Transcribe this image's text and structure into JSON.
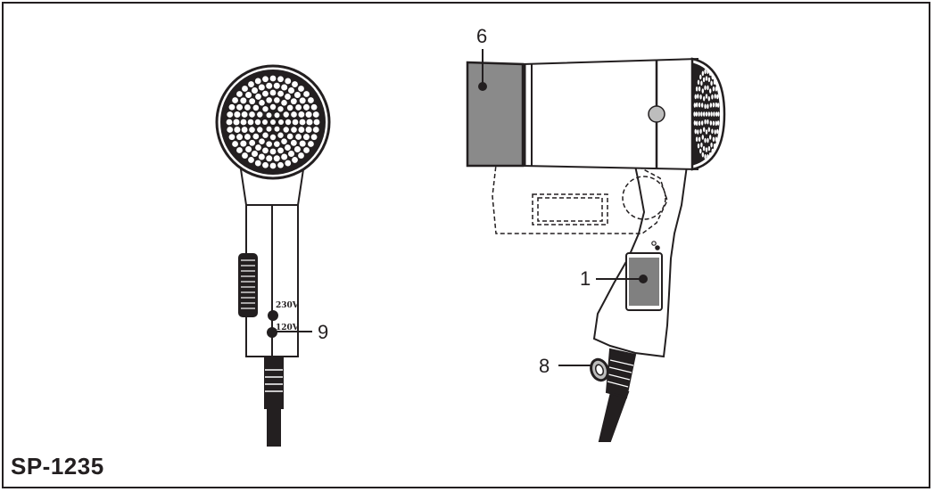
{
  "model": "SP-1235",
  "callouts": {
    "c6": "6",
    "c1": "1",
    "c8": "8",
    "c9": "9"
  },
  "voltage": {
    "high": "230V",
    "low": "120V"
  },
  "colors": {
    "ink": "#231f20",
    "nozzle": "#8a8a8a",
    "switch": "#808080"
  }
}
